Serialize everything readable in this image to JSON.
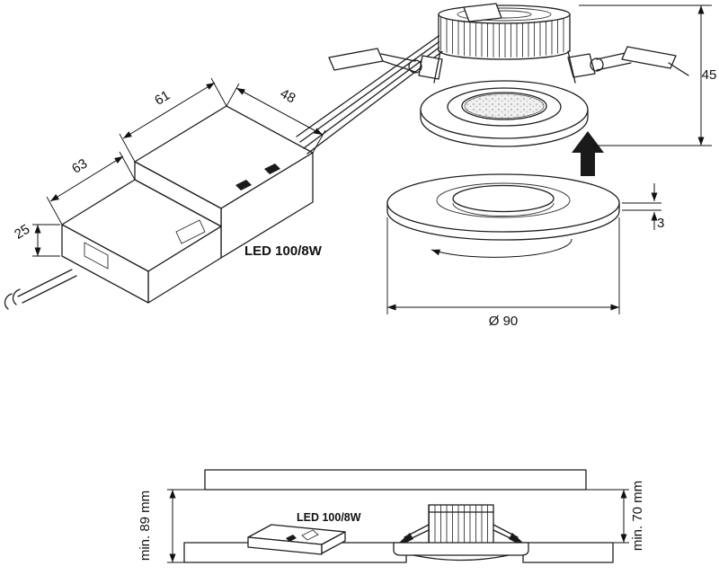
{
  "diagram": {
    "driver": {
      "model": "LED 100/8W",
      "length_rear": "61",
      "width": "48",
      "length_front": "63",
      "height": "25"
    },
    "luminaire": {
      "height": "45",
      "ring_thickness": "3",
      "diameter": "Ø 90"
    },
    "installation": {
      "recess_depth": "min. 89 mm",
      "cavity_height": "min. 70 mm",
      "driver_model": "LED 100/8W"
    },
    "icons": {
      "insertion": "up-arrow-icon",
      "rotation": "rotate-arrow-icon"
    },
    "colors": {
      "line": "#1a1a1a",
      "background": "#ffffff"
    }
  }
}
